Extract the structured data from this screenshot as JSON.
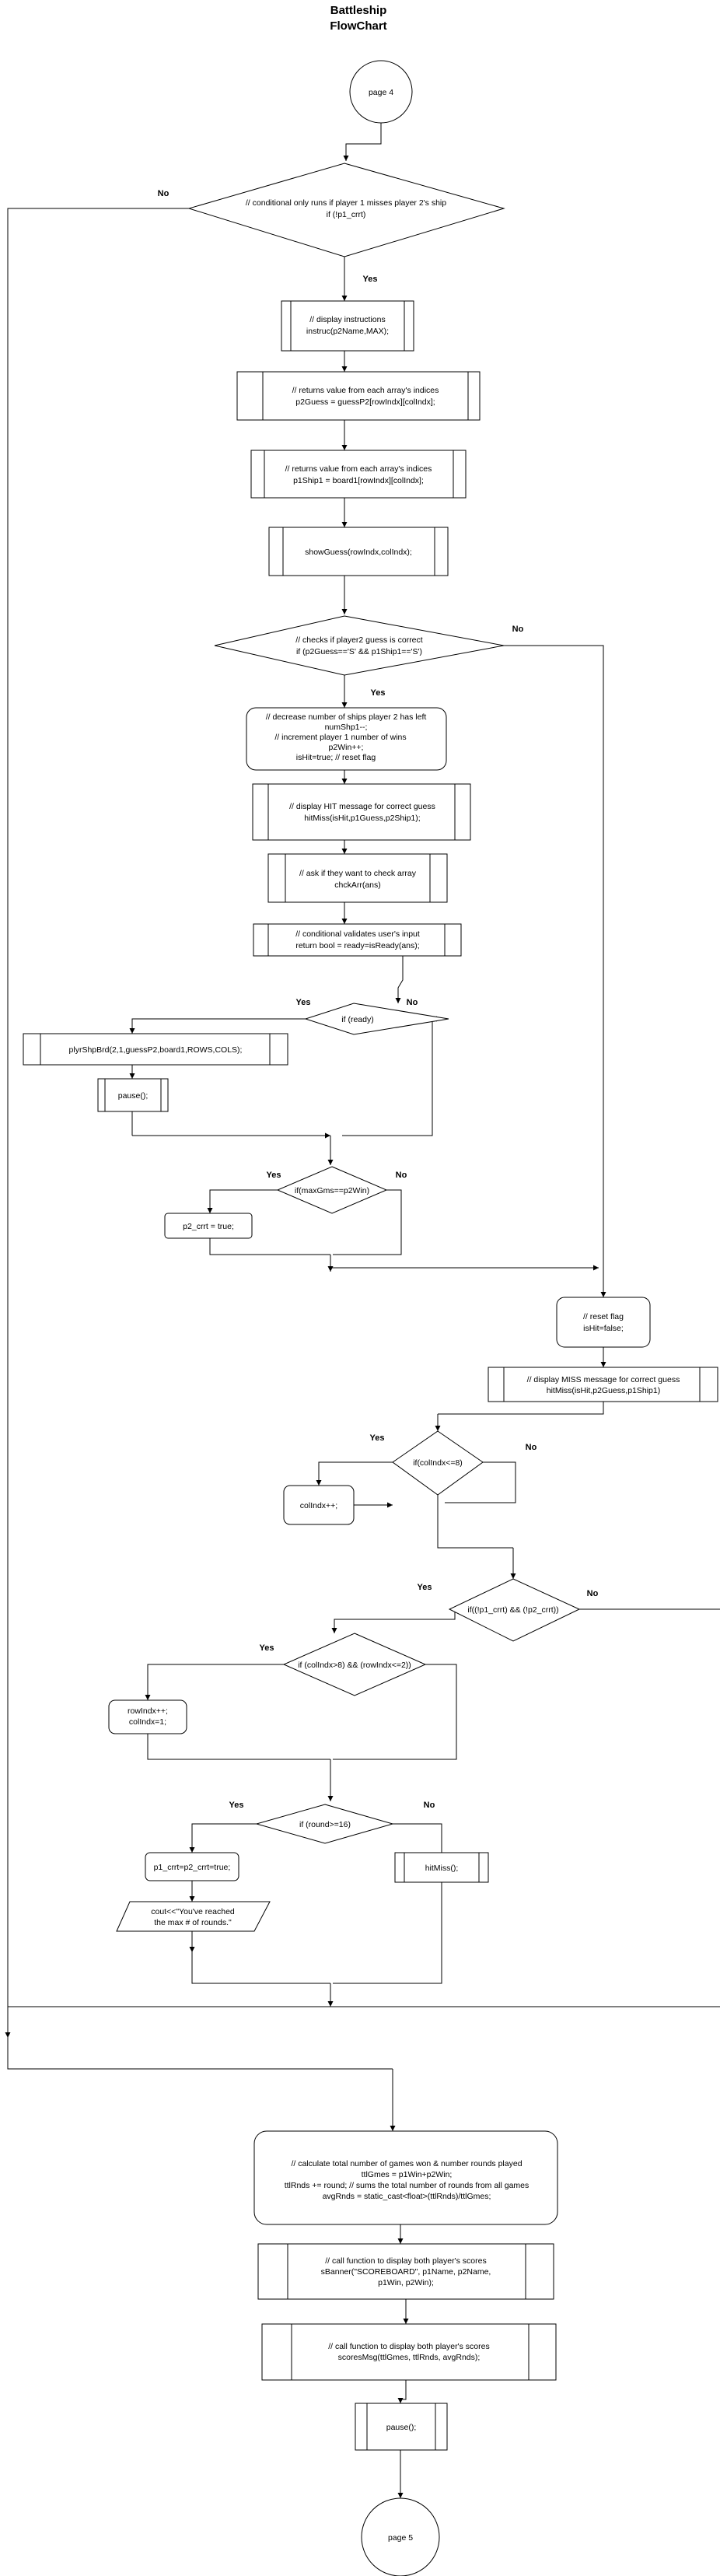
{
  "title": [
    "Battleship",
    "FlowChart"
  ],
  "nodes": {
    "page4": [
      "page 4"
    ],
    "cond_p1miss": [
      "// conditional only runs if player 1 misses player 2's ship",
      "if (!p1_crrt)"
    ],
    "instruc": [
      "// display instructions",
      "instruc(p2Name,MAX);"
    ],
    "p2guess": [
      "// returns value from each array's indices",
      "p2Guess = guessP2[rowIndx][colIndx];"
    ],
    "p1ship": [
      "// returns value from each array's indices",
      "p1Ship1 = board1[rowIndx][colIndx];"
    ],
    "showguess": [
      "showGuess(rowIndx,colIndx);"
    ],
    "check_guess": [
      "// checks if player2 guess is correct",
      "if (p2Guess=='S' && p1Ship1=='S')"
    ],
    "decrease": [
      "// decrease number of ships player 2 has left",
      "numShp1--;",
      "// increment player 1 number of wins",
      "p2Win++;",
      "isHit=true;   // reset flag"
    ],
    "hitmsg": [
      "// display HIT message for correct guess",
      "hitMiss(isHit,p1Guess,p2Ship1);"
    ],
    "chckarr": [
      "// ask if they want to check array",
      "chckArr(ans)"
    ],
    "isready": [
      "// conditional validates user's input",
      "return bool =  ready=isReady(ans);"
    ],
    "if_ready": [
      "if (ready)"
    ],
    "plyrshp": [
      "plyrShpBrd(2,1,guessP2,board1,ROWS,COLS);"
    ],
    "pause1": [
      "pause();"
    ],
    "if_max": [
      "if(maxGms==p2Win)"
    ],
    "p2crrt": [
      "p2_crrt = true;"
    ],
    "reset_flag": [
      "// reset flag",
      "isHit=false;"
    ],
    "missmsg": [
      "// display MISS message for correct guess",
      "hitMiss(isHit,p2Guess,p1Ship1)"
    ],
    "if_col": [
      "if(colIndx<=8)"
    ],
    "colinc": [
      "colIndx++;"
    ],
    "if_both": [
      "if((!p1_crrt) && (!p2_crrt))"
    ],
    "if_colrow": [
      "if (colIndx>8) && (rowIndx<=2))"
    ],
    "rowinc": [
      "rowIndx++;",
      "colIndx=1;"
    ],
    "if_round": [
      "if (round>=16)"
    ],
    "p1crrt": [
      "p1_crrt=p2_crrt=true;"
    ],
    "cout": [
      "cout<<\"You've reached",
      "the max # of rounds.\""
    ],
    "hitmiss2": [
      "hitMiss();"
    ],
    "calc": [
      "// calculate total number of games won & number rounds played",
      "ttlGmes = p1Win+p2Win;",
      "ttlRnds += round; // sums the total number of rounds from all games",
      "avgRnds = static_cast<float>(ttlRnds)/ttlGmes;"
    ],
    "sbanner": [
      "// call function to display both player's scores",
      "sBanner(\"SCOREBOARD\", p1Name, p2Name,",
      "p1Win, p2Win);"
    ],
    "scoresmsg": [
      "// call function to display both player's scores",
      "scoresMsg(ttlGmes, ttlRnds, avgRnds);"
    ],
    "pause2": [
      "pause();"
    ],
    "page5": [
      "page 5"
    ]
  },
  "edge_labels": {
    "yes": "Yes",
    "no": "No"
  }
}
